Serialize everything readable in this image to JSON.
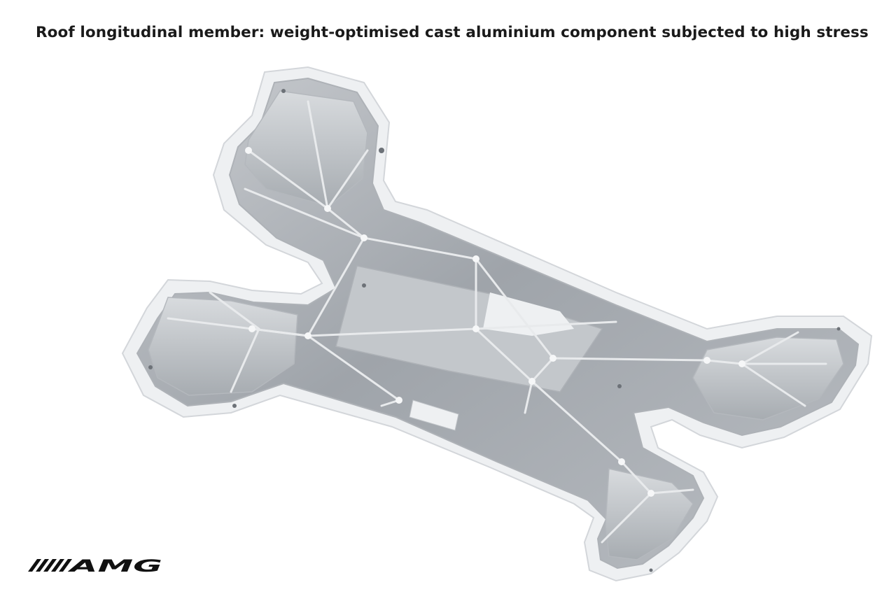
{
  "caption": {
    "text": "Roof longitudinal member: weight-optimised cast aluminium component subjected to high stress"
  },
  "image": {
    "icon": "cast-aluminium-roof-member-illustration"
  },
  "logo": {
    "icon": "amg-logo",
    "text": "AMG",
    "color": "#111111"
  },
  "colors": {
    "background": "#ffffff",
    "metal_light": "#e4e6e9",
    "metal_mid": "#b6babf",
    "metal_dark": "#8e9399",
    "rim": "#f4f5f6"
  }
}
